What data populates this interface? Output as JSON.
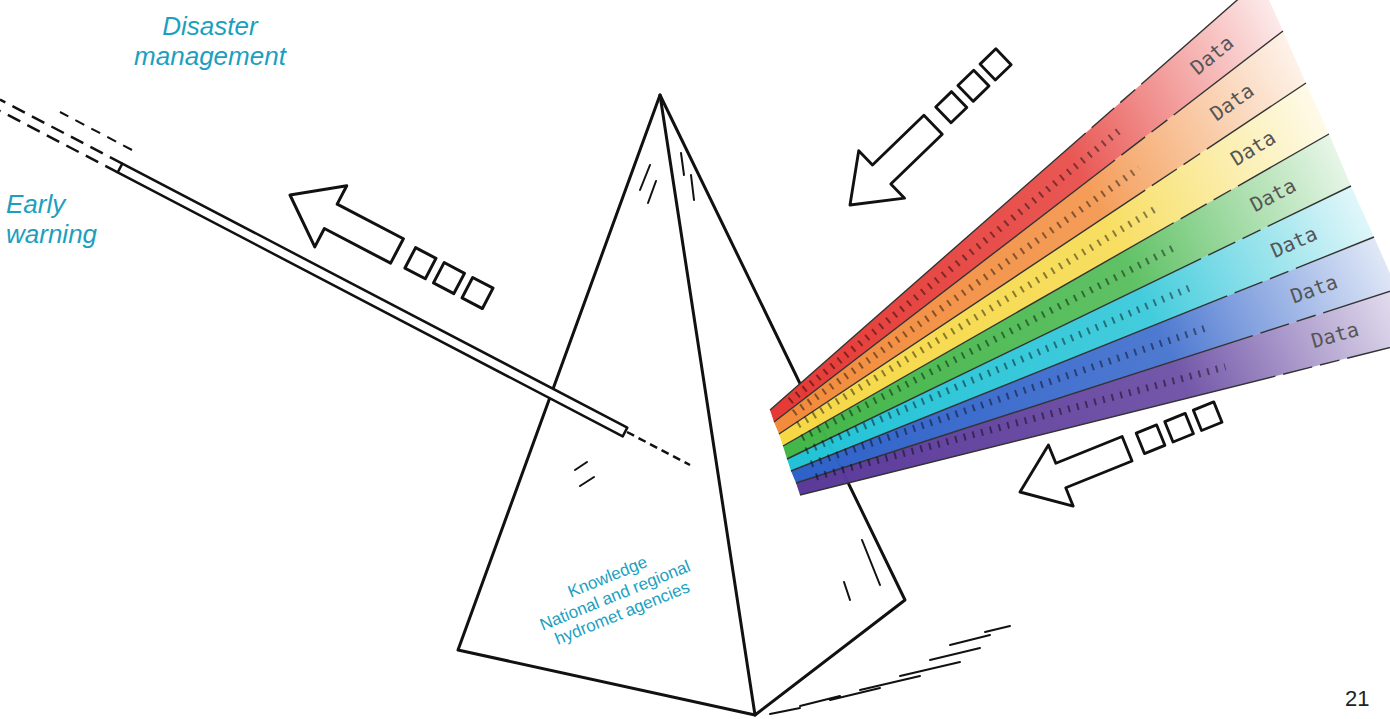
{
  "diagram": {
    "nodes": [
      {
        "text": [
          "Knowledge",
          "National and regional hydromet agencies"
        ]
      }
    ],
    "labels": [
      "Disaster management",
      "Early warning",
      "Data",
      "Data",
      "Data",
      "Data",
      "Data",
      "Data",
      "Data",
      "21"
    ]
  }
}
